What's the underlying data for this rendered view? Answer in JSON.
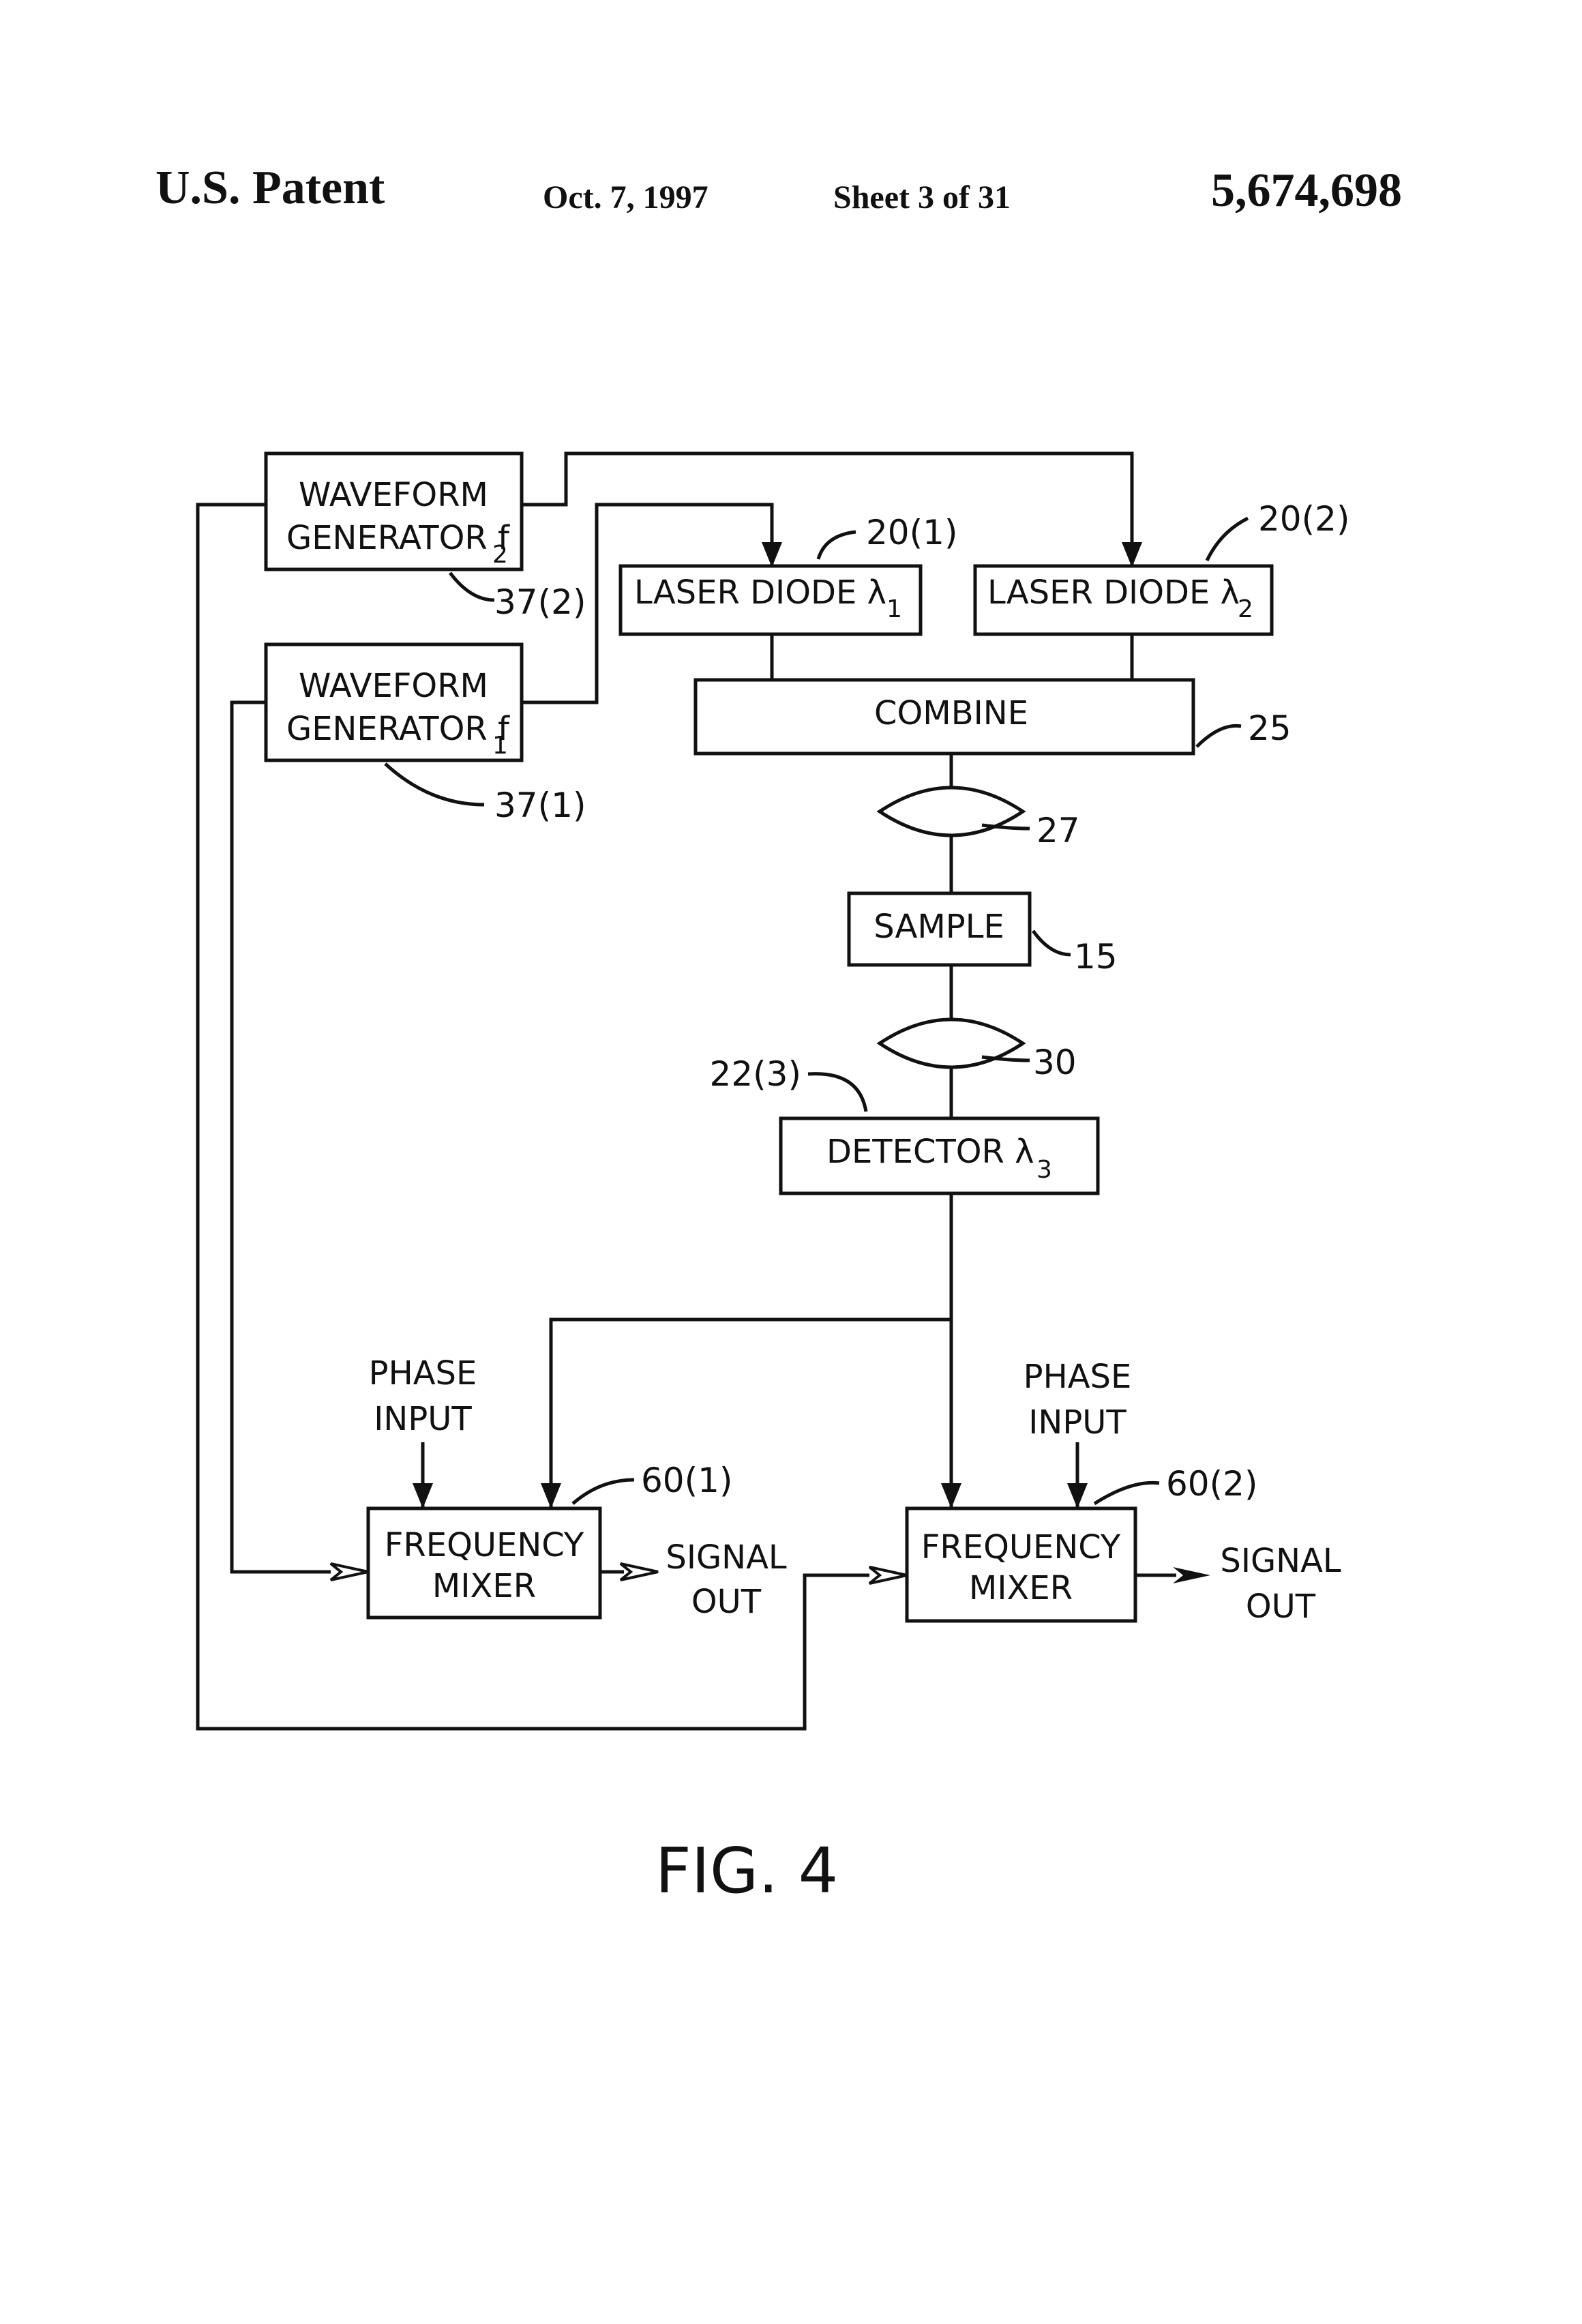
{
  "header": {
    "left": "U.S. Patent",
    "date": "Oct. 7, 1997",
    "sheet": "Sheet 3 of 31",
    "number": "5,674,698"
  },
  "blocks": {
    "wg2": {
      "line1": "WAVEFORM",
      "line2": "GENERATOR f",
      "sub": "2",
      "ref": "37(2)"
    },
    "wg1": {
      "line1": "WAVEFORM",
      "line2": "GENERATOR f",
      "sub": "1",
      "ref": "37(1)"
    },
    "ld1": {
      "label": "LASER  DIODE  λ",
      "sub": "1",
      "ref": "20(1)"
    },
    "ld2": {
      "label": "LASER  DIODE  λ",
      "sub": "2",
      "ref": "20(2)"
    },
    "combine": {
      "label": "COMBINE",
      "ref": "25"
    },
    "lens1": {
      "ref": "27"
    },
    "sample": {
      "label": "SAMPLE",
      "ref": "15"
    },
    "lens2": {
      "ref": "30"
    },
    "detector": {
      "label": "DETECTOR  λ",
      "sub": "3",
      "ref": "22(3)"
    },
    "mixer1": {
      "line1": "FREQUENCY",
      "line2": "MIXER",
      "ref": "60(1)"
    },
    "mixer2": {
      "line1": "FREQUENCY",
      "line2": "MIXER",
      "ref": "60(2)"
    }
  },
  "io": {
    "phase1": {
      "line1": "PHASE",
      "line2": "INPUT"
    },
    "phase2": {
      "line1": "PHASE",
      "line2": "INPUT"
    },
    "out1": {
      "line1": "SIGNAL",
      "line2": "OUT"
    },
    "out2": {
      "line1": "SIGNAL",
      "line2": "OUT"
    }
  },
  "figure": {
    "label": "FIG.  4"
  }
}
